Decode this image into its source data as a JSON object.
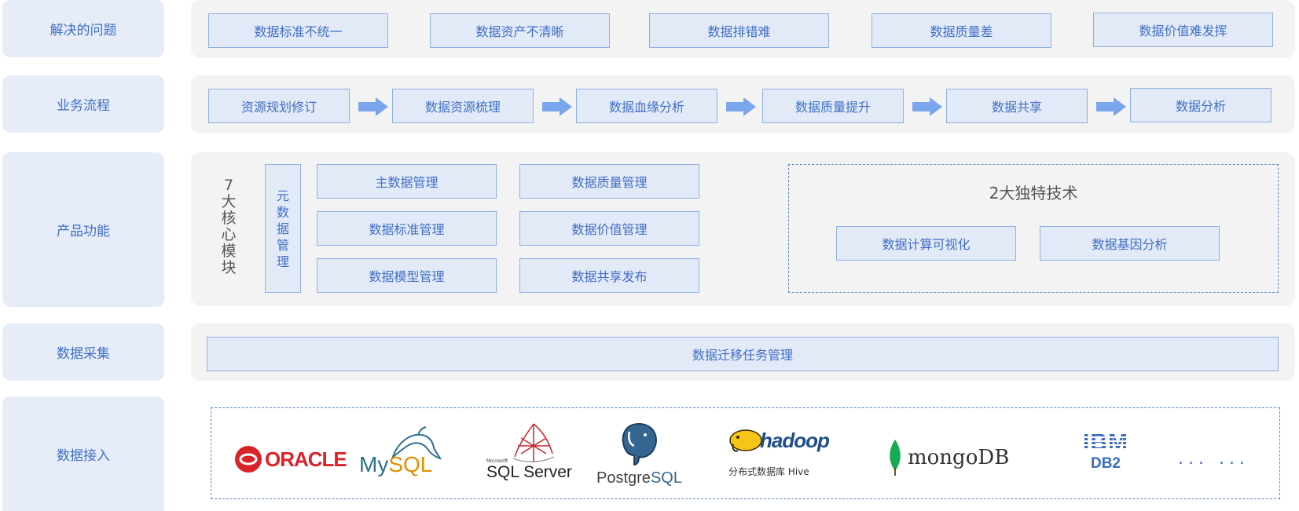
{
  "rows": {
    "problems": {
      "label": "解决的问题",
      "items": [
        "数据标准不统一",
        "数据资产不清晰",
        "数据排错难",
        "数据质量差",
        "数据价值难发挥"
      ]
    },
    "process": {
      "label": "业务流程",
      "items": [
        "资源规划修订",
        "数据资源梳理",
        "数据血缘分析",
        "数据质量提升",
        "数据共享",
        "数据分析"
      ]
    },
    "features": {
      "label": "产品功能",
      "core_title": "7大核心模块",
      "meta": "元数据管理",
      "col1": [
        "主数据管理",
        "数据标准管理",
        "数据模型管理"
      ],
      "col2": [
        "数据质量管理",
        "数据价值管理",
        "数据共享发布"
      ],
      "tech_title": "2大独特技术",
      "tech": [
        "数据计算可视化",
        "数据基因分析"
      ]
    },
    "collect": {
      "label": "数据采集",
      "item": "数据迁移任务管理"
    },
    "access": {
      "label": "数据接入",
      "logos": {
        "oracle": "ORACLE",
        "mysql_a": "My",
        "mysql_b": "SQL",
        "sqlserver_small": "Microsoft",
        "sqlserver": "SQL Server",
        "postgres_a": "Postgre",
        "postgres_b": "SQL",
        "hadoop": "hadoop",
        "hive": "分布式数据库 Hive",
        "mongo": "mongoDB",
        "ibm": "IBM",
        "db2": "DB2",
        "more": "... ..."
      }
    }
  },
  "colors": {
    "label_bg": "#e6edf8",
    "panel_bg": "#f3f3f3",
    "box_bg": "#e3eaf7",
    "box_border": "#8fb0e4",
    "accent": "#3f6fc6",
    "arrow": "#7aa6ee"
  }
}
